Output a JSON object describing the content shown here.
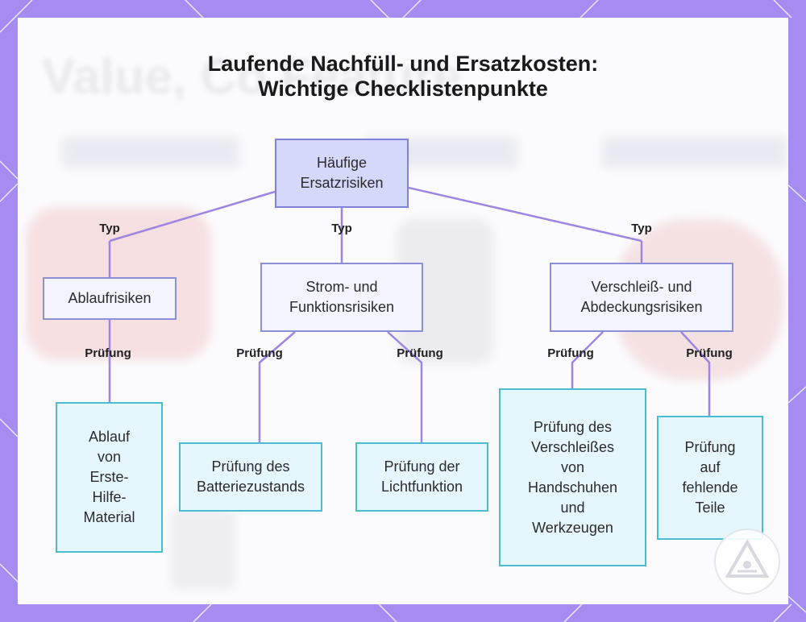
{
  "title": {
    "line1": "Laufende Nachfüll- und Ersatzkosten:",
    "line2": "Wichtige Checklistenpunkte"
  },
  "nodes": {
    "root": "Häufige\nErsatzrisiken",
    "ablauf": "Ablaufrisiken",
    "strom": "Strom- und\nFunktionsrisiken",
    "verschleiss": "Verschleiß- und\nAbdeckungsrisiken",
    "leaf_material": "Ablauf\nvon\nErste-\nHilfe-\nMaterial",
    "leaf_batterie": "Prüfung des\nBatteriezustands",
    "leaf_licht": "Prüfung der\nLichtfunktion",
    "leaf_handschuhe": "Prüfung des\nVerschleißes\nvon\nHandschuhen\nund\nWerkzeugen",
    "leaf_teile": "Prüfung\nauf\nfehlende\nTeile"
  },
  "edge_labels": {
    "typ_left": "Typ",
    "typ_center": "Typ",
    "typ_right": "Typ",
    "pruefung_ablauf": "Prüfung",
    "pruefung_batterie": "Prüfung",
    "pruefung_licht": "Prüfung",
    "pruefung_handschuhe": "Prüfung",
    "pruefung_teile": "Prüfung"
  },
  "colors": {
    "frame": "#a48cf0",
    "connector": "#9c86e0",
    "root_fill": "#d6d8fb",
    "mid_fill": "#f3f4fe",
    "leaf_fill": "#e6f6fd",
    "leaf_border": "#4bbcd0"
  },
  "icons": [
    "watermark-logo-icon"
  ]
}
